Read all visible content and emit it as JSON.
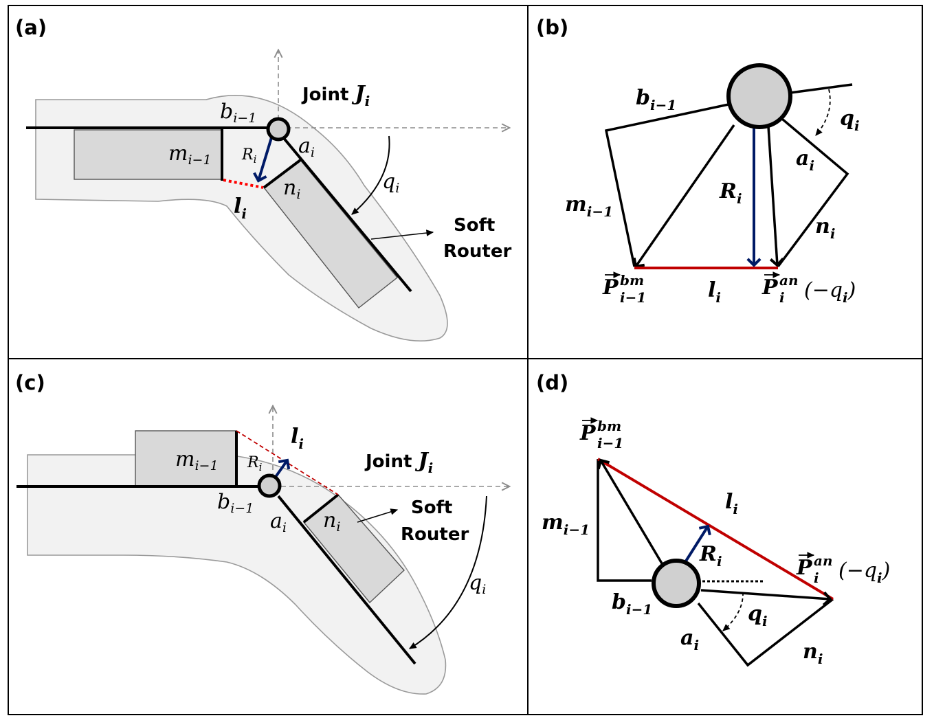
{
  "panels": {
    "a": {
      "tag": "(a)",
      "joint_prefix": "Joint ",
      "joint_var": "J",
      "joint_sub": "i",
      "b_var": "b",
      "b_sub": "i−1",
      "m_var": "m",
      "m_sub": "i−1",
      "R_var": "R",
      "R_sub": "i",
      "a_var": "a",
      "a_sub": "i",
      "n_var": "n",
      "n_sub": "i",
      "q_var": "q",
      "q_sub": "i",
      "l_var": "l",
      "l_sub": "i",
      "router_line1": "Soft",
      "router_line2": "Router"
    },
    "b": {
      "tag": "(b)",
      "b_var": "b",
      "b_sub": "i−1",
      "q_var": "q",
      "q_sub": "i",
      "a_var": "a",
      "a_sub": "i",
      "R_var": "R",
      "R_sub": "i",
      "m_var": "m",
      "m_sub": "i−1",
      "n_var": "n",
      "n_sub": "i",
      "Pbm_var": "P",
      "Pbm_sup": "bm",
      "Pbm_sub": "i−1",
      "l_var": "l",
      "l_sub": "i",
      "Pan_var": "P",
      "Pan_sup": "an",
      "Pan_sub": "i",
      "Pan_arg": "(−q",
      "Pan_arg_sub": "i",
      "Pan_close": ")"
    },
    "c": {
      "tag": "(c)",
      "m_var": "m",
      "m_sub": "i−1",
      "R_var": "R",
      "R_sub": "i",
      "l_var": "l",
      "l_sub": "i",
      "joint_prefix": "Joint ",
      "joint_var": "J",
      "joint_sub": "i",
      "b_var": "b",
      "b_sub": "i−1",
      "a_var": "a",
      "a_sub": "i",
      "n_var": "n",
      "n_sub": "i",
      "router_line1": "Soft",
      "router_line2": "Router",
      "q_var": "q",
      "q_sub": "i"
    },
    "d": {
      "tag": "(d)",
      "Pbm_var": "P",
      "Pbm_sup": "bm",
      "Pbm_sub": "i−1",
      "l_var": "l",
      "l_sub": "i",
      "m_var": "m",
      "m_sub": "i−1",
      "R_var": "R",
      "R_sub": "i",
      "Pan_var": "P",
      "Pan_sup": "an",
      "Pan_sub": "i",
      "Pan_arg": "(−q",
      "Pan_arg_sub": "i",
      "Pan_close": ")",
      "b_var": "b",
      "b_sub": "i−1",
      "q_var": "q",
      "q_sub": "i",
      "a_var": "a",
      "a_sub": "i",
      "n_var": "n",
      "n_sub": "i"
    }
  },
  "colors": {
    "frame": "#000000",
    "finger_fill": "#f2f2f2",
    "finger_stroke": "#9a9a9a",
    "box_fill": "#d9d9d9",
    "joint_fill": "#d0d0d0",
    "axis_dashed": "#8c8c8c",
    "R_vector": "#001a66",
    "l_segment": "#c00000",
    "l_dotted": "#ff0000"
  }
}
